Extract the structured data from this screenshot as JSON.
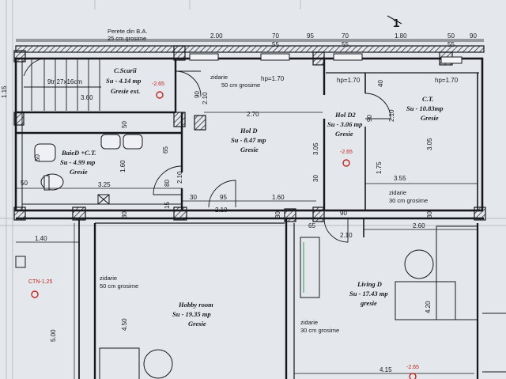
{
  "sheet_number": "1",
  "top_wall": {
    "name": "Perete din B.A.",
    "thickness": "25 cm grosime"
  },
  "top_dims": [
    "2.00",
    "70",
    "55",
    "95",
    "70",
    "55",
    "1.80",
    "50",
    "90",
    "55"
  ],
  "rooms": {
    "stair_core": {
      "name": "C.Scarii",
      "area": "Su - 4.14 mp",
      "finish": "Gresie ext.",
      "steps": "9tr 27x16cm",
      "width": "3.60"
    },
    "hol_d": {
      "name": "Hol D",
      "area": "Su - 8.47 mp",
      "finish": "Gresie"
    },
    "hol_d2": {
      "name": "Hol D2",
      "area": "Su - 3.06 mp",
      "finish": "Gresie"
    },
    "ct": {
      "name": "C.T.",
      "area": "Su - 10.83mp",
      "finish": "Gresie"
    },
    "bath": {
      "name": "BaieD +C.T.",
      "area": "Su - 4.99 mp",
      "finish": "Gresie"
    },
    "hobby": {
      "name": "Hobby room",
      "area": "Su - 19.35 mp",
      "finish": "Gresie"
    },
    "living": {
      "name": "Living D",
      "area": "Su - 17.43 mp",
      "finish": "gresie"
    }
  },
  "wall_notes": {
    "masonry_50": [
      "zidarie",
      "50 cm grosime"
    ],
    "masonry_30": [
      "zidarie",
      "30 cm grosime"
    ]
  },
  "sill_heights": [
    "hp=1.70",
    "hp=1.70",
    "hp=1.70"
  ],
  "levels": [
    "-2.65",
    "-2.65",
    "-2.65"
  ],
  "ctn": "CTN-1.25",
  "dims": {
    "d_2_10a": "2.10",
    "d_90a": "90",
    "d_50a": "50",
    "d_2_70": "2.70",
    "d_40": "40",
    "d_90b": "90",
    "d_2_10b": "2.10",
    "d_3_05a": "3.05",
    "d_3_05b": "3.05",
    "d_1_75": "1.75",
    "d_3_55": "3.55",
    "d_30a": "30",
    "d_65": "65",
    "d_2_10c": "2.10",
    "d_80": "80",
    "d_3_25": "3.25",
    "d_1_60a": "1.60",
    "d_30b": "30",
    "d_95": "95",
    "d_2_10d": "2.10",
    "d_1_60b": "1.60",
    "d_90c": "90",
    "d_2_10e": "2.10",
    "d_65b": "65",
    "d_2_60": "2.60",
    "d_1_40": "1.40",
    "d_4_50": "4.50",
    "d_5_00": "5.00",
    "d_4_20": "4.20",
    "d_4_15": "4.15",
    "d_50b": "50",
    "d_50c": "50",
    "d_15": "15",
    "d_30c": "30",
    "d_30d": "30",
    "d_30e": "30",
    "d_1_15": "1.15"
  },
  "colors": {
    "paper": "#e6e8ec",
    "ink": "#16181d",
    "level_red": "#c0271f",
    "grid": "#9aa0a8"
  }
}
